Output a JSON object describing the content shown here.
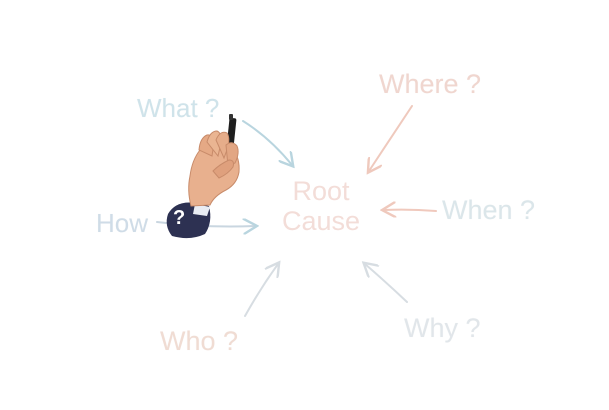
{
  "labels": {
    "what": "What ?",
    "where": "Where ?",
    "how": "How",
    "when": "When ?",
    "who": "Who ?",
    "why": "Why ?"
  },
  "center": {
    "line1": "Root",
    "line2": "Cause"
  },
  "cuff_mark": "?",
  "icons": {
    "hand": "hand-with-marker-icon"
  },
  "colors": {
    "background": "#ffffff",
    "warm_text": "#f0d6cf",
    "cool_text": "#cfe3ea",
    "sleeve": "#2d3152"
  }
}
